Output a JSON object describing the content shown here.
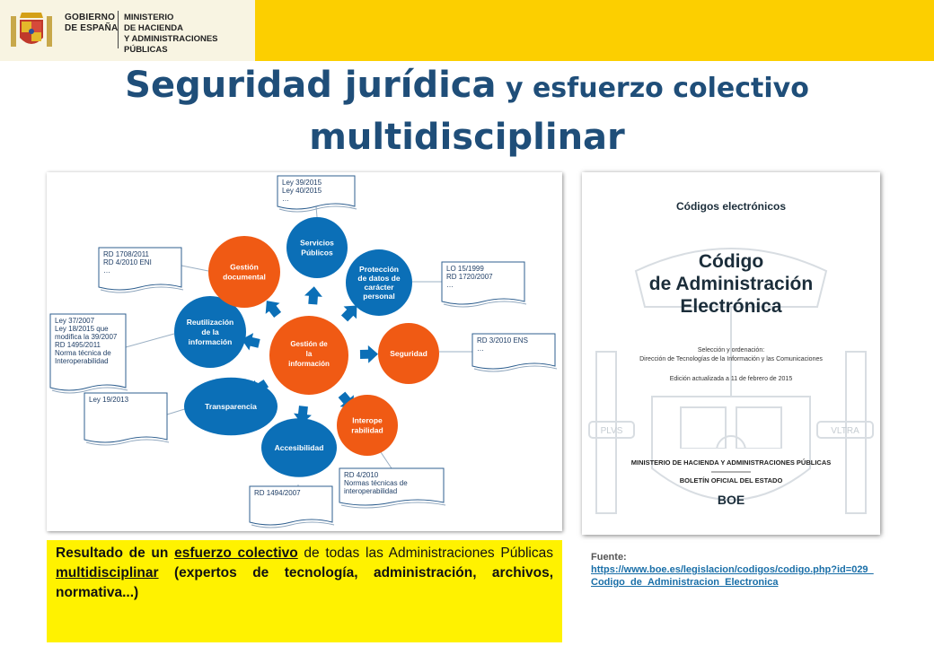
{
  "header": {
    "gov_line1": "GOBIERNO",
    "gov_line2": "DE ESPAÑA",
    "min_line1": "MINISTERIO",
    "min_line2": "DE HACIENDA",
    "min_line3": "Y ADMINISTRACIONES PÚBLICAS"
  },
  "title": {
    "part1": "Seguridad jurídica",
    "part2": " y esfuerzo colectivo",
    "part3": "multidisciplinar"
  },
  "diagram": {
    "center": [
      "Gestión de",
      "la",
      "información"
    ],
    "nodes": [
      {
        "id": "servicios",
        "lines": [
          "Servicios",
          "Públicos"
        ],
        "color": "#0b6fb7"
      },
      {
        "id": "proteccion",
        "lines": [
          "Protección",
          "de datos de",
          "carácter",
          "personal"
        ],
        "color": "#0b6fb7"
      },
      {
        "id": "seguridad",
        "lines": [
          "Seguridad"
        ],
        "color": "#f05a14"
      },
      {
        "id": "interop",
        "lines": [
          "Interope",
          "rabilidad"
        ],
        "color": "#f05a14"
      },
      {
        "id": "accesibilidad",
        "lines": [
          "Accesibilidad"
        ],
        "color": "#0b6fb7"
      },
      {
        "id": "transparencia",
        "lines": [
          "Transparencia"
        ],
        "color": "#0b6fb7"
      },
      {
        "id": "reutilizacion",
        "lines": [
          "Reutilización",
          "de la",
          "información"
        ],
        "color": "#0b6fb7"
      },
      {
        "id": "gestion-doc",
        "lines": [
          "Gestión",
          "documental"
        ],
        "color": "#f05a14"
      }
    ],
    "notes": [
      {
        "id": "servicios",
        "lines": [
          "Ley 39/2015",
          "Ley 40/2015",
          "…"
        ]
      },
      {
        "id": "proteccion",
        "lines": [
          "LO 15/1999",
          "RD 1720/2007",
          "…"
        ]
      },
      {
        "id": "seguridad",
        "lines": [
          "RD 3/2010 ENS",
          "…"
        ]
      },
      {
        "id": "interop",
        "lines": [
          "RD 4/2010",
          "Normas técnicas de",
          "interoperabilidad"
        ]
      },
      {
        "id": "accesibilidad",
        "lines": [
          "RD 1494/2007"
        ]
      },
      {
        "id": "transparencia",
        "lines": [
          "Ley 19/2013"
        ]
      },
      {
        "id": "reutilizacion",
        "lines": [
          "Ley 37/2007",
          "Ley 18/2015  que",
          "modifica la 39/2007",
          "RD 1495/2011",
          "Norma técnica de",
          "Interoperabilidad"
        ]
      },
      {
        "id": "gestion-doc",
        "lines": [
          "RD 1708/2011",
          "RD 4/2010 ENI",
          "…"
        ]
      }
    ]
  },
  "book": {
    "header": "Códigos electrónicos",
    "title_lines": [
      "Código",
      "de Administración",
      "Electrónica"
    ],
    "sel_line1": "Selección y ordenación:",
    "sel_line2": "Dirección de Tecnologías de la Información y las Comunicaciones",
    "edition": "Edición actualizada a 11 de febrero de 2015",
    "motto_left": "PLVS",
    "motto_right": "VLTRA",
    "ministry": "MINISTERIO DE HACIENDA Y ADMINISTRACIONES PÚBLICAS",
    "boletin": "BOLETÍN OFICIAL DEL ESTADO",
    "boe_logo": "BOE"
  },
  "result": {
    "t1": "Resultado de un ",
    "u1": "esfuerzo colectivo",
    "t2": " de todas las Administraciones Públicas ",
    "u2": "multidisciplinar",
    "t3": " (expertos de tecnología, administración, archivos, normativa...)"
  },
  "source": {
    "label": "Fuente:",
    "url": "https://www.boe.es/legislacion/codigos/codigo.php?id=029_Codigo_de_Administracion_Electronica"
  },
  "colors": {
    "header_yellow": "#fccf00",
    "title_blue": "#1f4e79",
    "node_blue": "#0b6fb7",
    "node_orange": "#f05a14",
    "highlight_yellow": "#fff200"
  }
}
